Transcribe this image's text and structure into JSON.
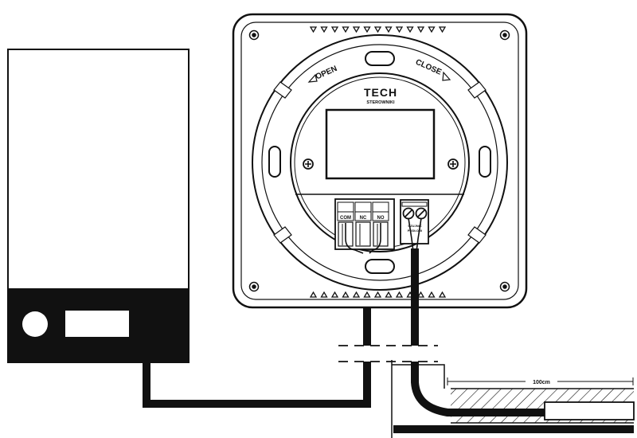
{
  "labels": {
    "open": "OPEN",
    "close": "CLOSE",
    "brand": "TECH",
    "brand_sub": "STEROWNIKI",
    "terminal_com": "COM",
    "terminal_nc": "NC",
    "terminal_no": "NO",
    "sensor_text_1": "CZUJNIK",
    "sensor_text_2": "PODŁOGI",
    "length": "100cm"
  },
  "colors": {
    "line": "#111111",
    "background": "#ffffff"
  }
}
